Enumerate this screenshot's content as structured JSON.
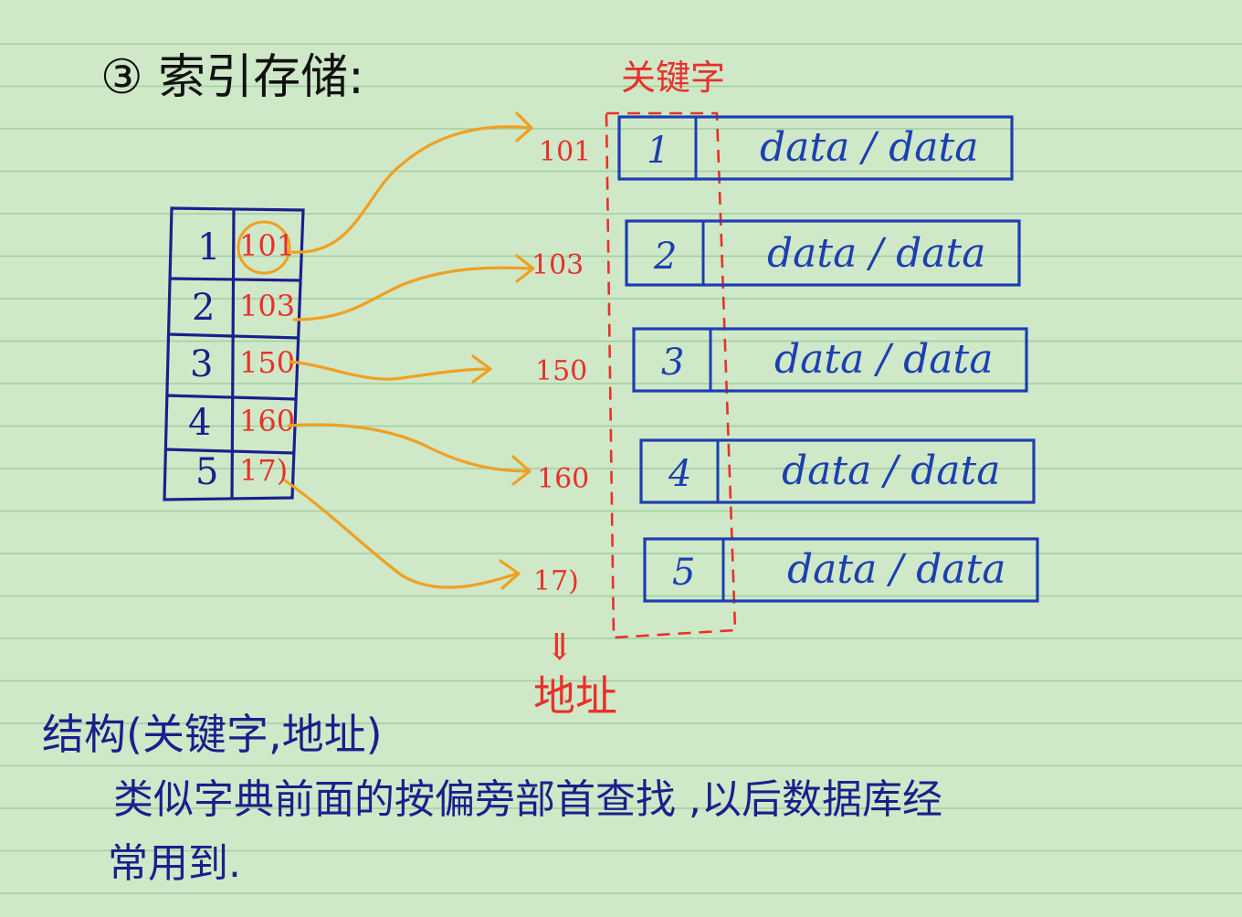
{
  "title": "③ 索引存储:",
  "labels": {
    "keyword": "关键字",
    "address": "地址",
    "down_arrow": "⇓"
  },
  "index_table": [
    {
      "key": "1",
      "address": "101"
    },
    {
      "key": "2",
      "address": "103"
    },
    {
      "key": "3",
      "address": "150"
    },
    {
      "key": "4",
      "address": "160"
    },
    {
      "key": "5",
      "address": "17)"
    }
  ],
  "records": [
    {
      "address": "101",
      "key": "1",
      "data": "data / data"
    },
    {
      "address": "103",
      "key": "2",
      "data": "data / data"
    },
    {
      "address": "150",
      "key": "3",
      "data": "data / data"
    },
    {
      "address": "160",
      "key": "4",
      "data": "data / data"
    },
    {
      "address": "17)",
      "key": "5",
      "data": "data / data"
    }
  ],
  "notes": {
    "structure": "结构(关键字,地址)",
    "line1": "类似字典前面的按偏旁部首查找 ,以后数据库经",
    "line2": "常用到."
  },
  "colors": {
    "paper": "#cfe8c8",
    "rule_line": "#9fcfa0",
    "arrow": "#f0a020",
    "address": "#e8312a",
    "record_box": "#1d3fb0",
    "ink": "#1a1f8c"
  }
}
